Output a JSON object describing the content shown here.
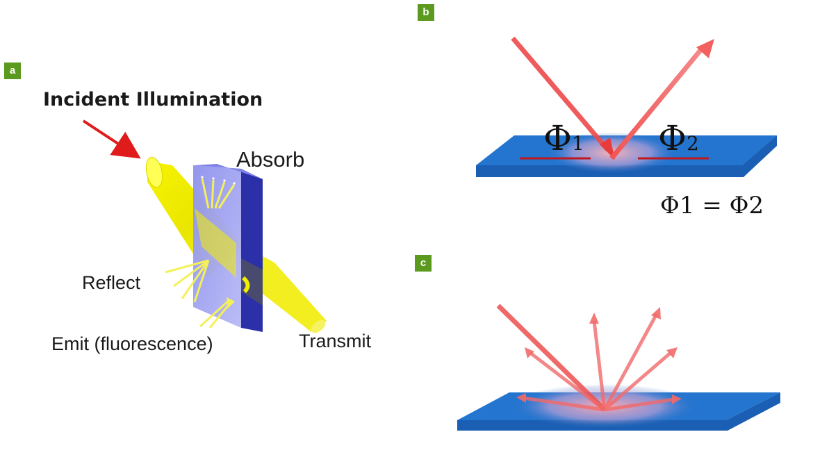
{
  "panels": {
    "a": {
      "badge": "a",
      "title": "Incident Illumination",
      "labels": {
        "absorb": "Absorb",
        "reflect": "Reflect",
        "emit": "Emit (fluorescence)",
        "transmit": "Transmit"
      }
    },
    "b": {
      "badge": "b",
      "phi": "Φ",
      "sub1": "1",
      "sub2": "2",
      "equation": "Φ1 = Φ2"
    },
    "c": {
      "badge": "c"
    }
  },
  "colors": {
    "badge": "#5b9a1f",
    "beam": "#f2ee00",
    "slab": "#a6a8f2",
    "slab_edge": "#2b2fa8",
    "arrow_red": "#f05555",
    "surface_blue": "#1f6fc9",
    "angle_line": "#c0181c"
  }
}
